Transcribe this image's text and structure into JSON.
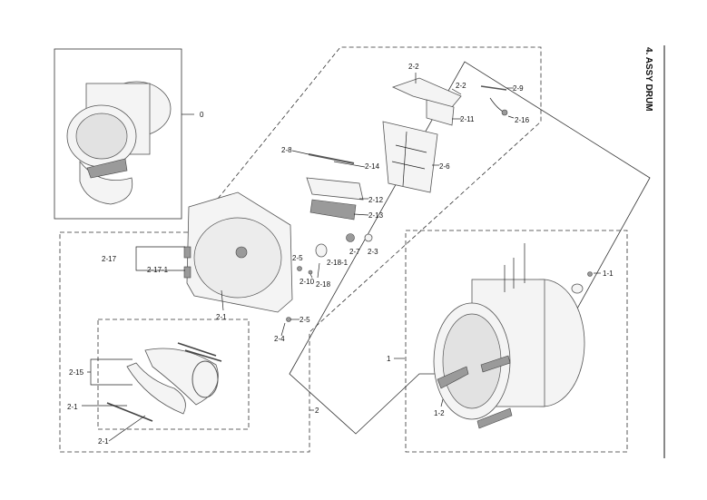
{
  "title": "4. ASSY DRUM",
  "labels": {
    "l0": "0",
    "l1": "1",
    "l1_1": "1-1",
    "l1_2": "1-2",
    "l2": "2",
    "l2_1a": "2-1",
    "l2_1b": "2-1",
    "l2_1c": "2-1",
    "l2_2a": "2-2",
    "l2_2b": "2-2",
    "l2_3": "2-3",
    "l2_4": "2-4",
    "l2_5a": "2-5",
    "l2_5b": "2-5",
    "l2_6": "2-6",
    "l2_7": "2-7",
    "l2_8": "2-8",
    "l2_9": "2-9",
    "l2_10": "2-10",
    "l2_11": "2-11",
    "l2_12": "2-12",
    "l2_13": "2-13",
    "l2_14": "2-14",
    "l2_15": "2-15",
    "l2_16": "2-16",
    "l2_17": "2-17",
    "l2_17_1": "2-17-1",
    "l2_18": "2-18",
    "l2_18_1": "2-18-1"
  }
}
